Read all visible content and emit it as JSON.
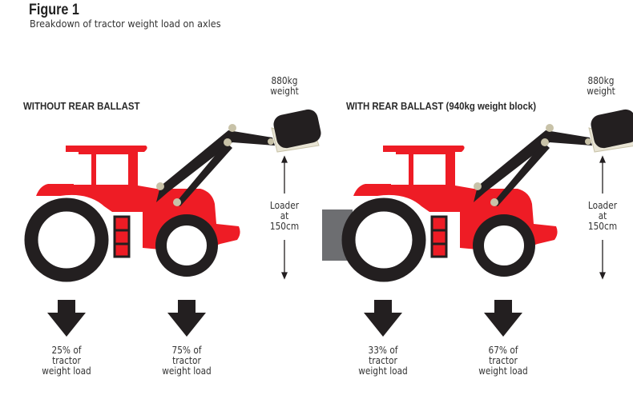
{
  "figure": {
    "title": "Figure 1",
    "subtitle": "Breakdown of tractor weight load on axles"
  },
  "panels": [
    {
      "heading": "WITHOUT REAR BALLAST",
      "weight_label": [
        "880kg",
        "weight"
      ],
      "loader_label": [
        "Loader",
        "at",
        "150cm"
      ],
      "rear_axle": [
        "25% of",
        "tractor",
        "weight load"
      ],
      "front_axle": [
        "75% of",
        "tractor",
        "weight load"
      ]
    },
    {
      "heading": "WITH REAR BALLAST (940kg weight block)",
      "weight_label": [
        "880kg",
        "weight"
      ],
      "loader_label": [
        "Loader",
        "at",
        "150cm"
      ],
      "rear_axle": [
        "33% of",
        "tractor",
        "weight load"
      ],
      "front_axle": [
        "67% of",
        "tractor",
        "weight load"
      ]
    }
  ],
  "colors": {
    "tractor": "#ee1c25",
    "dark": "#231f20",
    "ballast": "#6d6e71",
    "pivot": "#c8c2a8"
  }
}
